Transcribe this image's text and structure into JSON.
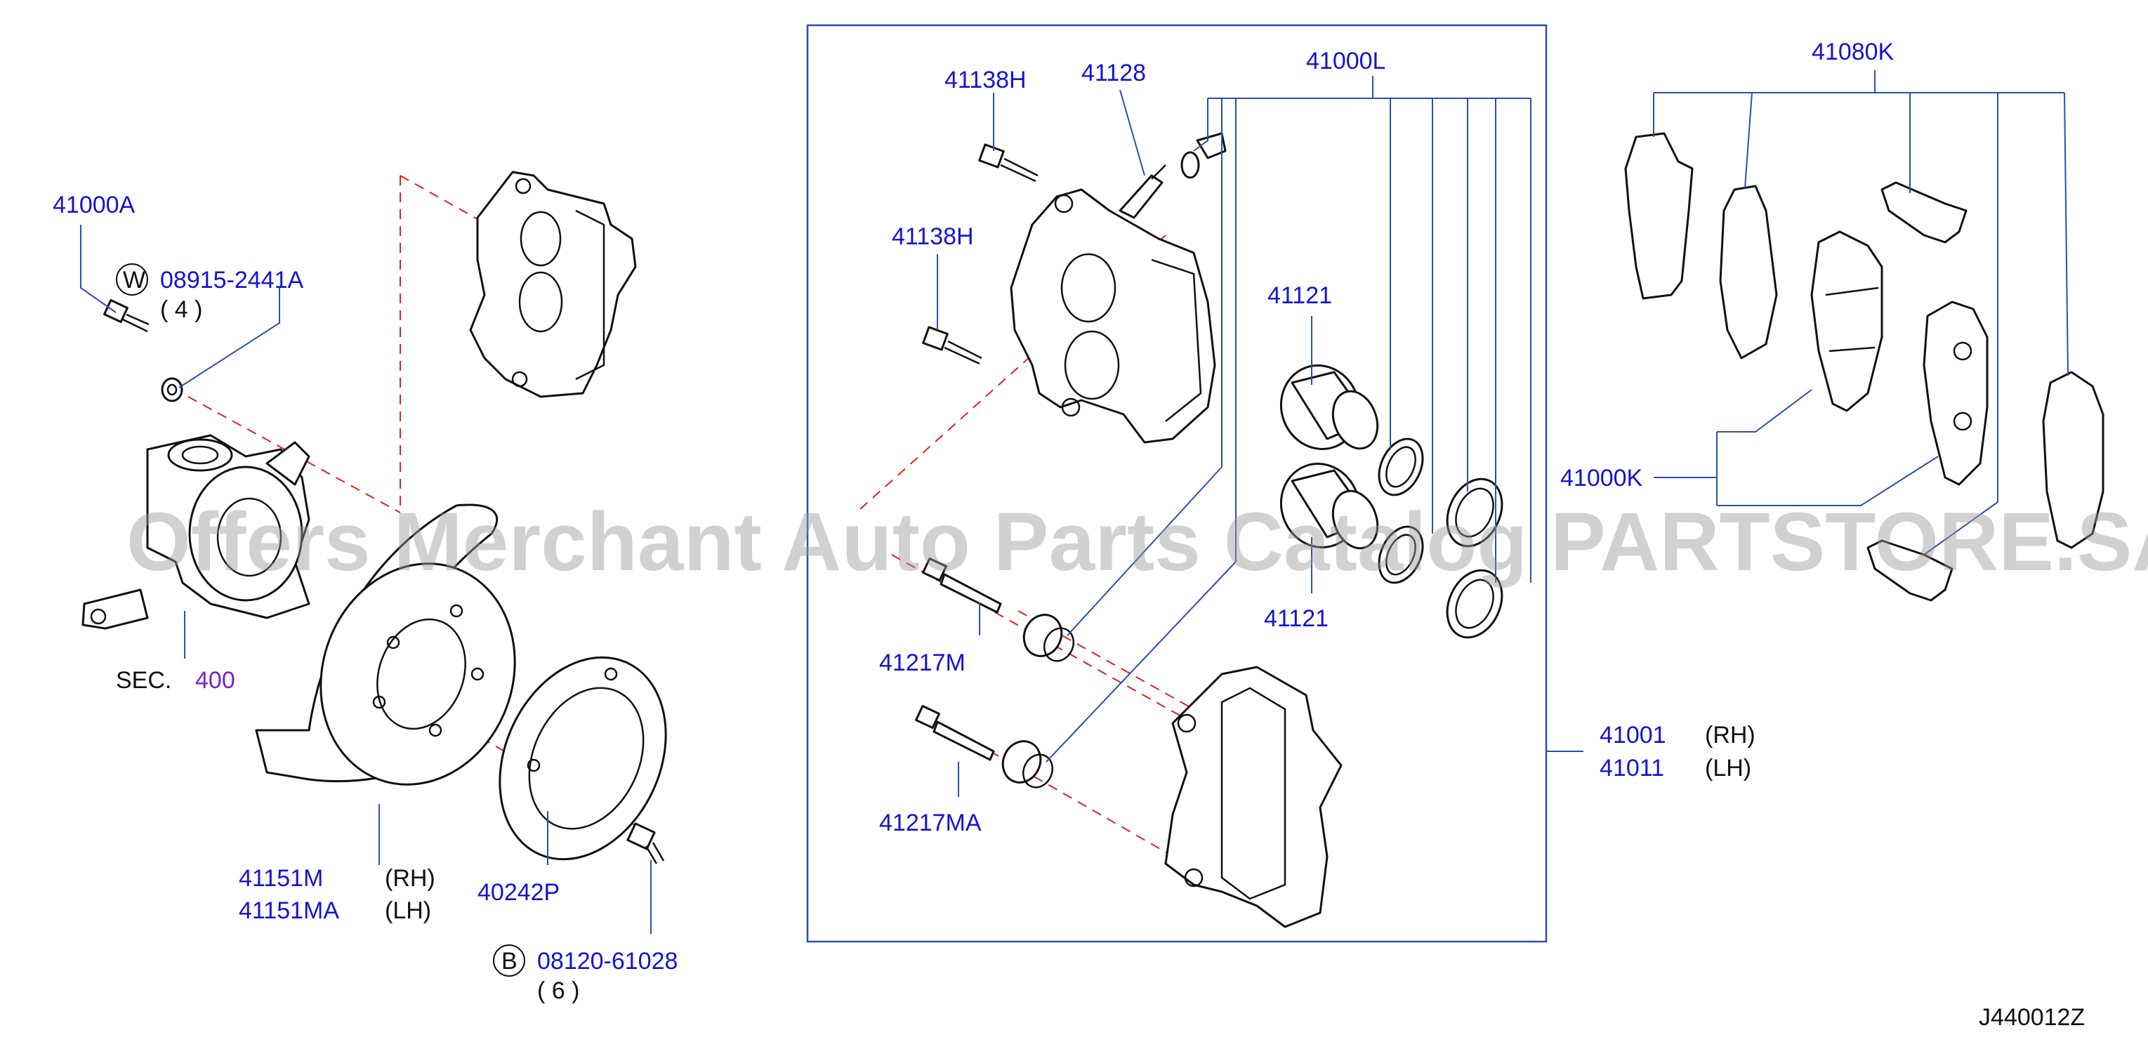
{
  "diagram_id": "J440012Z",
  "watermark": "Offers Merchant Auto Parts Catalog PARTSTORE.SA",
  "labels": {
    "p41000A": "41000A",
    "w_letter": "W",
    "p08915": "08915-2441A",
    "qty4": "( 4 )",
    "sec": "SEC.",
    "sec_num": "400",
    "p41151M": "41151M",
    "p41151MA": "41151MA",
    "rh": "(RH)",
    "lh": "(LH)",
    "p40242P": "40242P",
    "b_letter": "B",
    "p08120": "08120-61028",
    "qty6": "( 6 )",
    "p41138H": "41138H",
    "p41128": "41128",
    "p41000L": "41000L",
    "p41121": "41121",
    "p41217M": "41217M",
    "p41217MA": "41217MA",
    "p41080K": "41080K",
    "p41000K": "41000K",
    "p41001": "41001",
    "p41011": "41011"
  }
}
